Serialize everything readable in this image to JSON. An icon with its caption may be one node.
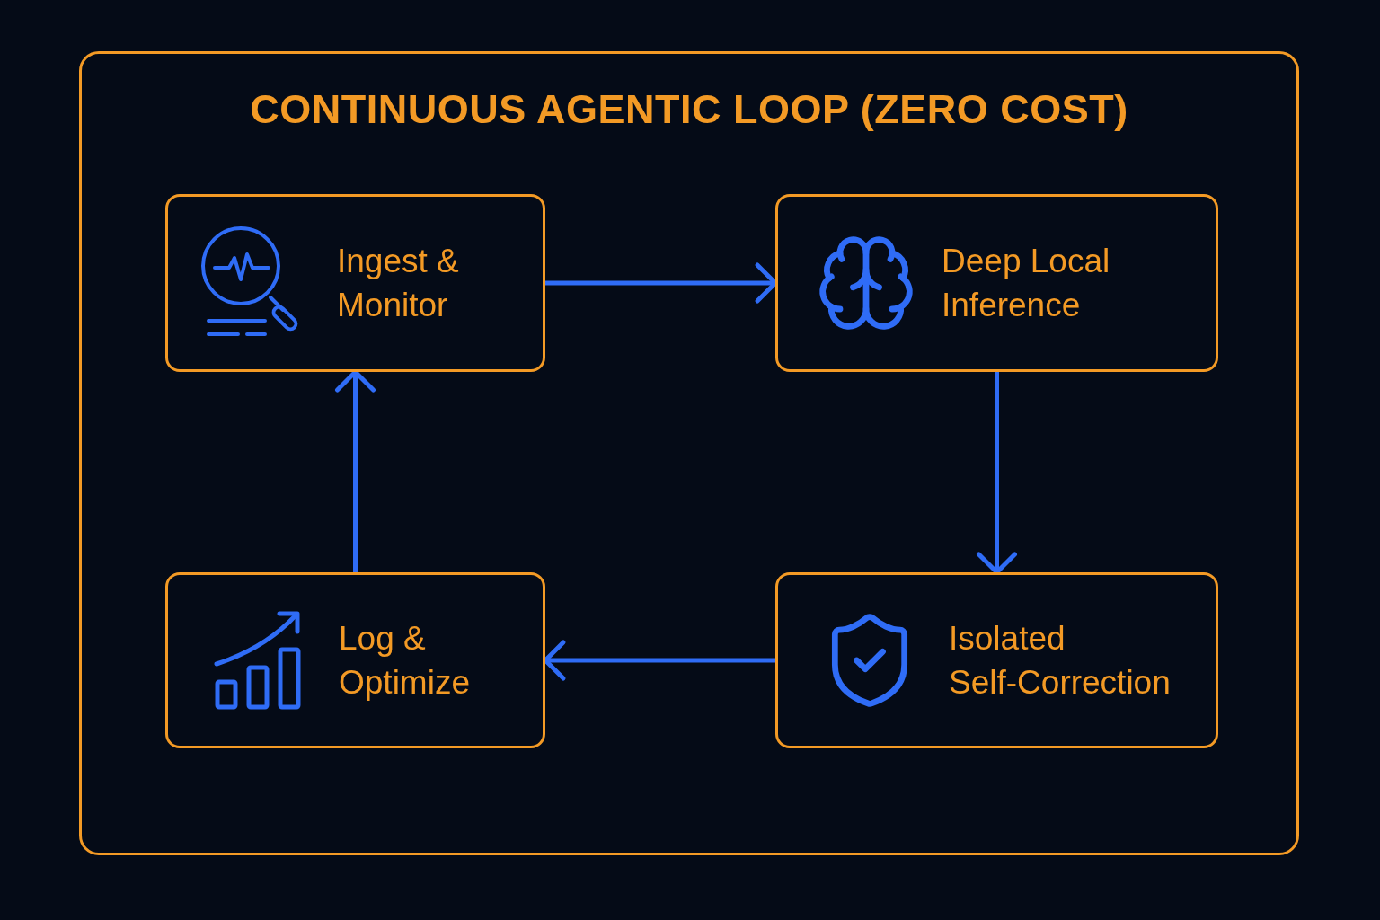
{
  "diagram": {
    "nodes": [
      {
        "text": [
          "CONTINUOUS AGENTIC LOOP (ZERO COST)"
        ]
      },
      {
        "text": [
          "Ingest & Monitor"
        ],
        "in": 0
      },
      {
        "text": [
          "Deep Local Inference"
        ],
        "in": 0
      },
      {
        "text": [
          "Log & Optimize"
        ],
        "in": 0
      },
      {
        "text": [
          "Isolated Self-Correction"
        ],
        "in": 0
      }
    ],
    "edges": [
      {
        "from": 1,
        "to": 2,
        "arrow": "to"
      },
      {
        "from": 2,
        "to": 4,
        "arrow": "to"
      },
      {
        "from": 4,
        "to": 3,
        "arrow": "to"
      },
      {
        "from": 3,
        "to": 1,
        "arrow": "to"
      }
    ]
  }
}
